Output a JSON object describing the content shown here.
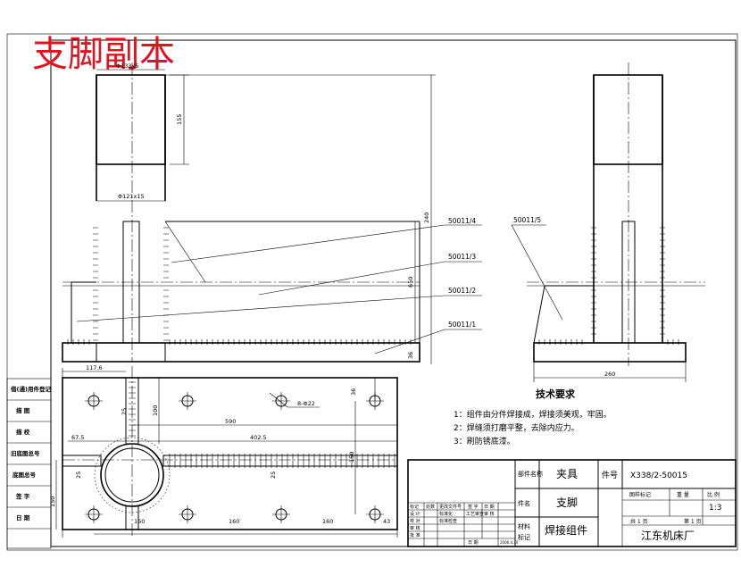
{
  "stamp": "支脚副本",
  "side_labels": [
    "借(通)用件登记",
    "描 图",
    "描 校",
    "旧底图总号",
    "底图总号",
    "签 字",
    "日 期"
  ],
  "front_view": {
    "dims": {
      "top_tube": "Φ133x5",
      "tube_height": "155",
      "inner_tube": "Φ121x15",
      "total_height": "240",
      "height_650": "650",
      "base_height": "36"
    },
    "labels": [
      "50011/4",
      "50011/3",
      "50011/2",
      "50011/1"
    ]
  },
  "side_view": {
    "labels": [
      "50011/5"
    ],
    "dims": {
      "width": "260"
    }
  },
  "plan_view": {
    "dims": {
      "left_offset": "117.6",
      "hole_pitch_y": "25",
      "hole_dist": "100",
      "length_590": "590",
      "hole_label": "8-Φ22",
      "right_offset": "36",
      "x_67_5": "67.5",
      "x_402_5": "402.5",
      "r_25": "25",
      "r_25b": "25",
      "h_150": "150",
      "w_150": "150",
      "s1": "160",
      "s2": "160",
      "s3": "160",
      "s4": "43"
    }
  },
  "tech": {
    "title": "技术要求",
    "items": [
      "1：组件由分件焊接成，焊接须美观，牢固。",
      "2：焊缝须打磨平整，去除内应力。",
      "3：刷防锈底漆。"
    ]
  },
  "title_block": {
    "comp_label": "部件名称",
    "comp_value": "夹具",
    "part_no_label": "件号",
    "part_no_value": "X338/2-50015",
    "name_label": "件名",
    "name_value": "支脚",
    "material_label": "材料",
    "mark_label": "标记",
    "material_value": "焊接组件",
    "stage_label": "图样标记",
    "weight_label": "重 量",
    "scale_label": "比 例",
    "scale_value": "1:3",
    "sheets": "共 1 页",
    "sheet": "第 1 页",
    "company": "江东机床厂",
    "rev_header": [
      "标记",
      "处数",
      "更改文件号",
      "签 字",
      "日 期"
    ],
    "rows": [
      "设 计",
      "标准化",
      "工艺审查",
      "审 核"
    ],
    "row_labels2": [
      "校 对",
      "审 核",
      "批 准"
    ],
    "check_label": "标准检查",
    "date_label": "日 期",
    "date_value": "2006.4.30"
  }
}
